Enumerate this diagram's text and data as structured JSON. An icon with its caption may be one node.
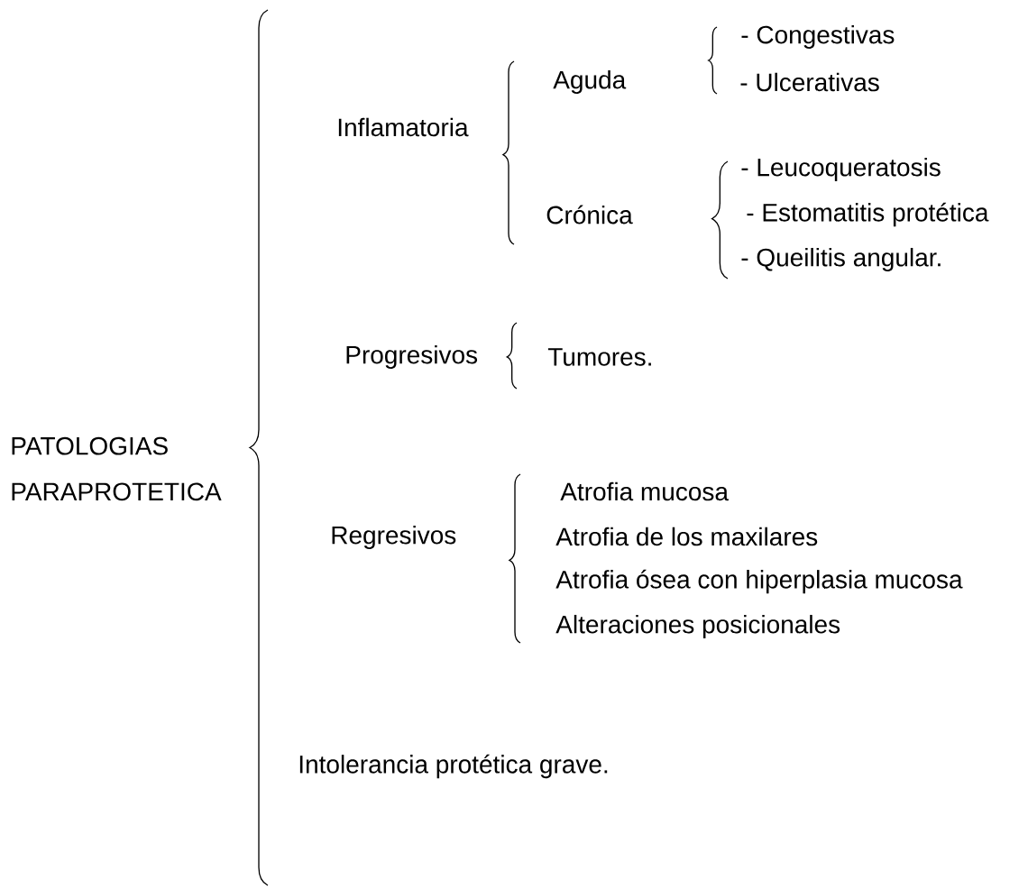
{
  "diagram": {
    "labels": [
      "PATOLOGIAS PARAPROTETICA",
      "Inflamatoria",
      "Aguda",
      "- Congestivas",
      "- Ulcerativas",
      "Crónica",
      "- Leucoqueratosis",
      "- Estomatitis protética",
      "- Queilitis angular.",
      "Progresivos",
      "Tumores.",
      "Regresivos",
      "Atrofia mucosa",
      "Atrofia de los maxilares",
      "Atrofia ósea con hiperplasia mucosa",
      "Alteraciones posicionales",
      "Intolerancia protética grave."
    ]
  }
}
